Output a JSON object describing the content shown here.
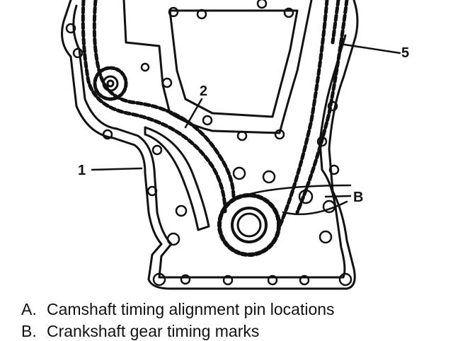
{
  "callouts": {
    "one": "1",
    "two": "2",
    "five": "5",
    "b": "B"
  },
  "legend": [
    {
      "key": "A.",
      "text": "Camshaft timing alignment pin locations"
    },
    {
      "key": "B.",
      "text": "Crankshaft gear timing marks"
    }
  ]
}
